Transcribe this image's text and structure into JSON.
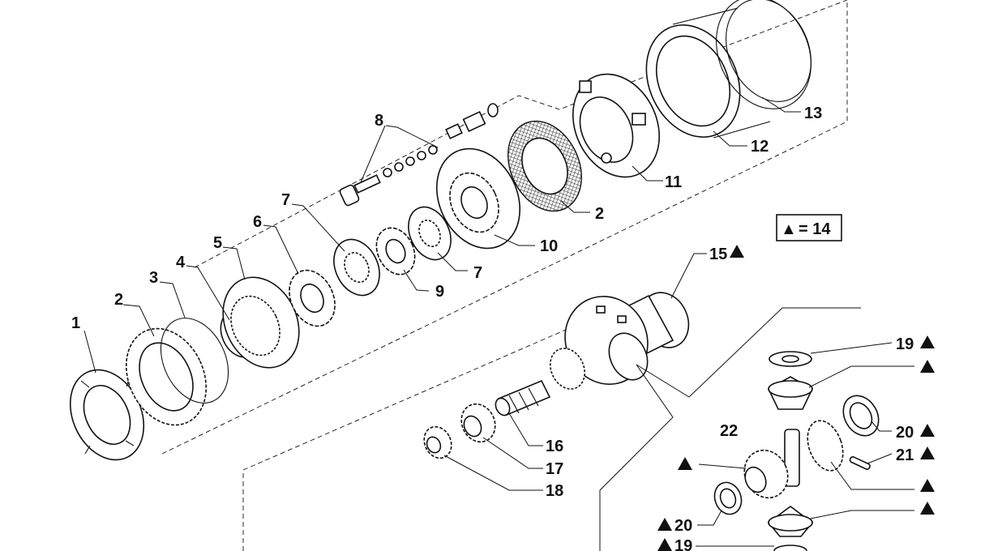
{
  "callouts": {
    "c1": "1",
    "c2a": "2",
    "c3": "3",
    "c4": "4",
    "c5": "5",
    "c6": "6",
    "c7a": "7",
    "c8": "8",
    "c9": "9",
    "c7b": "7",
    "c10": "10",
    "c2b": "2",
    "c11": "11",
    "c12": "12",
    "c13": "13",
    "c15": "15",
    "c16": "16",
    "c17": "17",
    "c18": "18",
    "c19a": "19",
    "c20a": "20",
    "c21": "21",
    "c22": "22",
    "c20b": "20",
    "c19b": "19"
  },
  "legend": {
    "symbol": "▲",
    "text": "= 14"
  }
}
